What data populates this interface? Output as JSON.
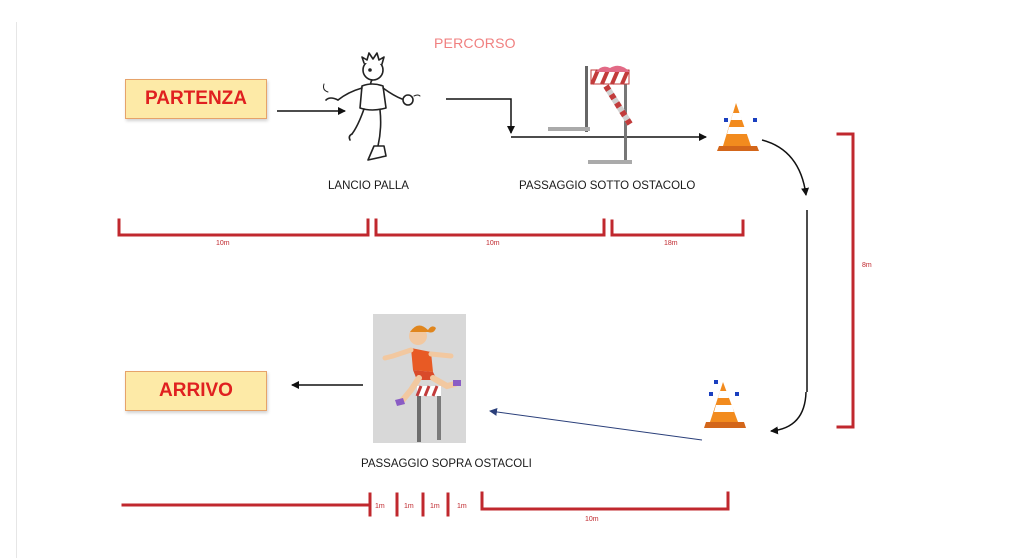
{
  "title": "PERCORSO",
  "start_box": {
    "label": "PARTENZA"
  },
  "end_box": {
    "label": "ARRIVO"
  },
  "stations": {
    "ball_throw": "LANCIO PALLA",
    "under_hurdle": "PASSAGGIO SOTTO OSTACOLO",
    "over_hurdles": "PASSAGGIO SOPRA OSTACOLI"
  },
  "distances": {
    "start_to_throw": "10m",
    "throw_to_hurdle": "10m",
    "hurdle_to_cone": "18m",
    "side": "8m",
    "hurdle_gap_1": "1m",
    "hurdle_gap_2": "1m",
    "hurdle_gap_3": "1m",
    "hurdle_gap_4": "1m",
    "cone_to_hurdles": "10m"
  },
  "colors": {
    "measure_red": "#c0282e",
    "title_pink": "#f08080",
    "box_fill": "#fdeaa7",
    "box_text": "#e02020",
    "arrow_blue": "#2a3f7a",
    "cone_orange": "#f28b1e"
  },
  "icons": [
    "running-boy-icon",
    "hurdle-icon",
    "traffic-cone-icon",
    "hurdling-girl-icon"
  ]
}
